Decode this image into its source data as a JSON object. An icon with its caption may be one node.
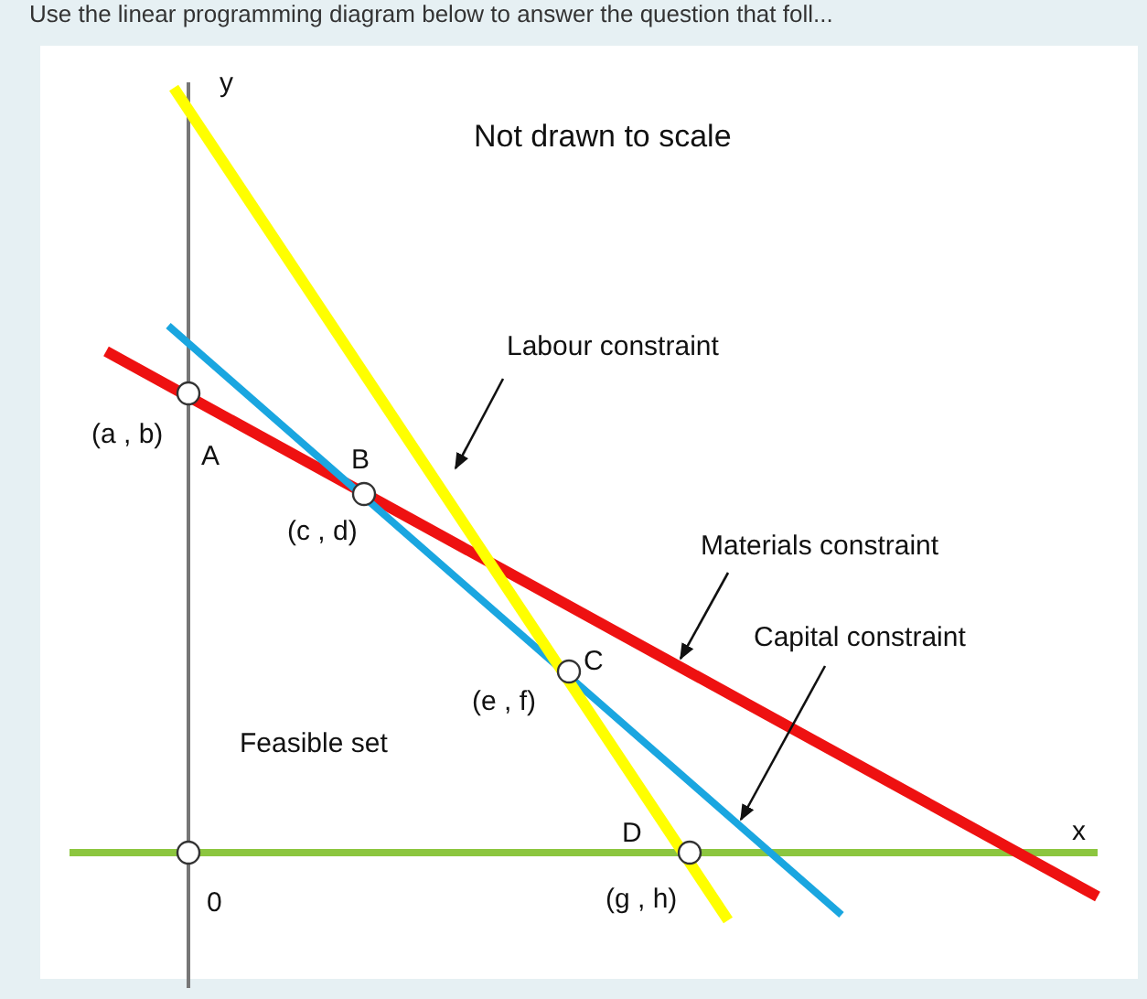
{
  "diagram": {
    "title": "Use the linear programming diagram below to answer the question that foll...",
    "nodes": [
      {
        "text": [
          "Labour constraint"
        ]
      },
      {
        "text": [
          "Materials constraint"
        ]
      },
      {
        "text": [
          "Capital constraint"
        ]
      }
    ],
    "edges": [
      {
        "from": 0,
        "to": null,
        "arrow": "to"
      },
      {
        "from": 1,
        "to": null,
        "arrow": "to"
      },
      {
        "from": 2,
        "to": null,
        "arrow": "to"
      }
    ],
    "labels": [
      "y",
      "Not drawn to scale",
      "(a , b)",
      "A",
      "B",
      "(c , d)",
      "C",
      "(e , f)",
      "Feasible set",
      "D",
      "x",
      "0",
      "(g , h)"
    ]
  }
}
